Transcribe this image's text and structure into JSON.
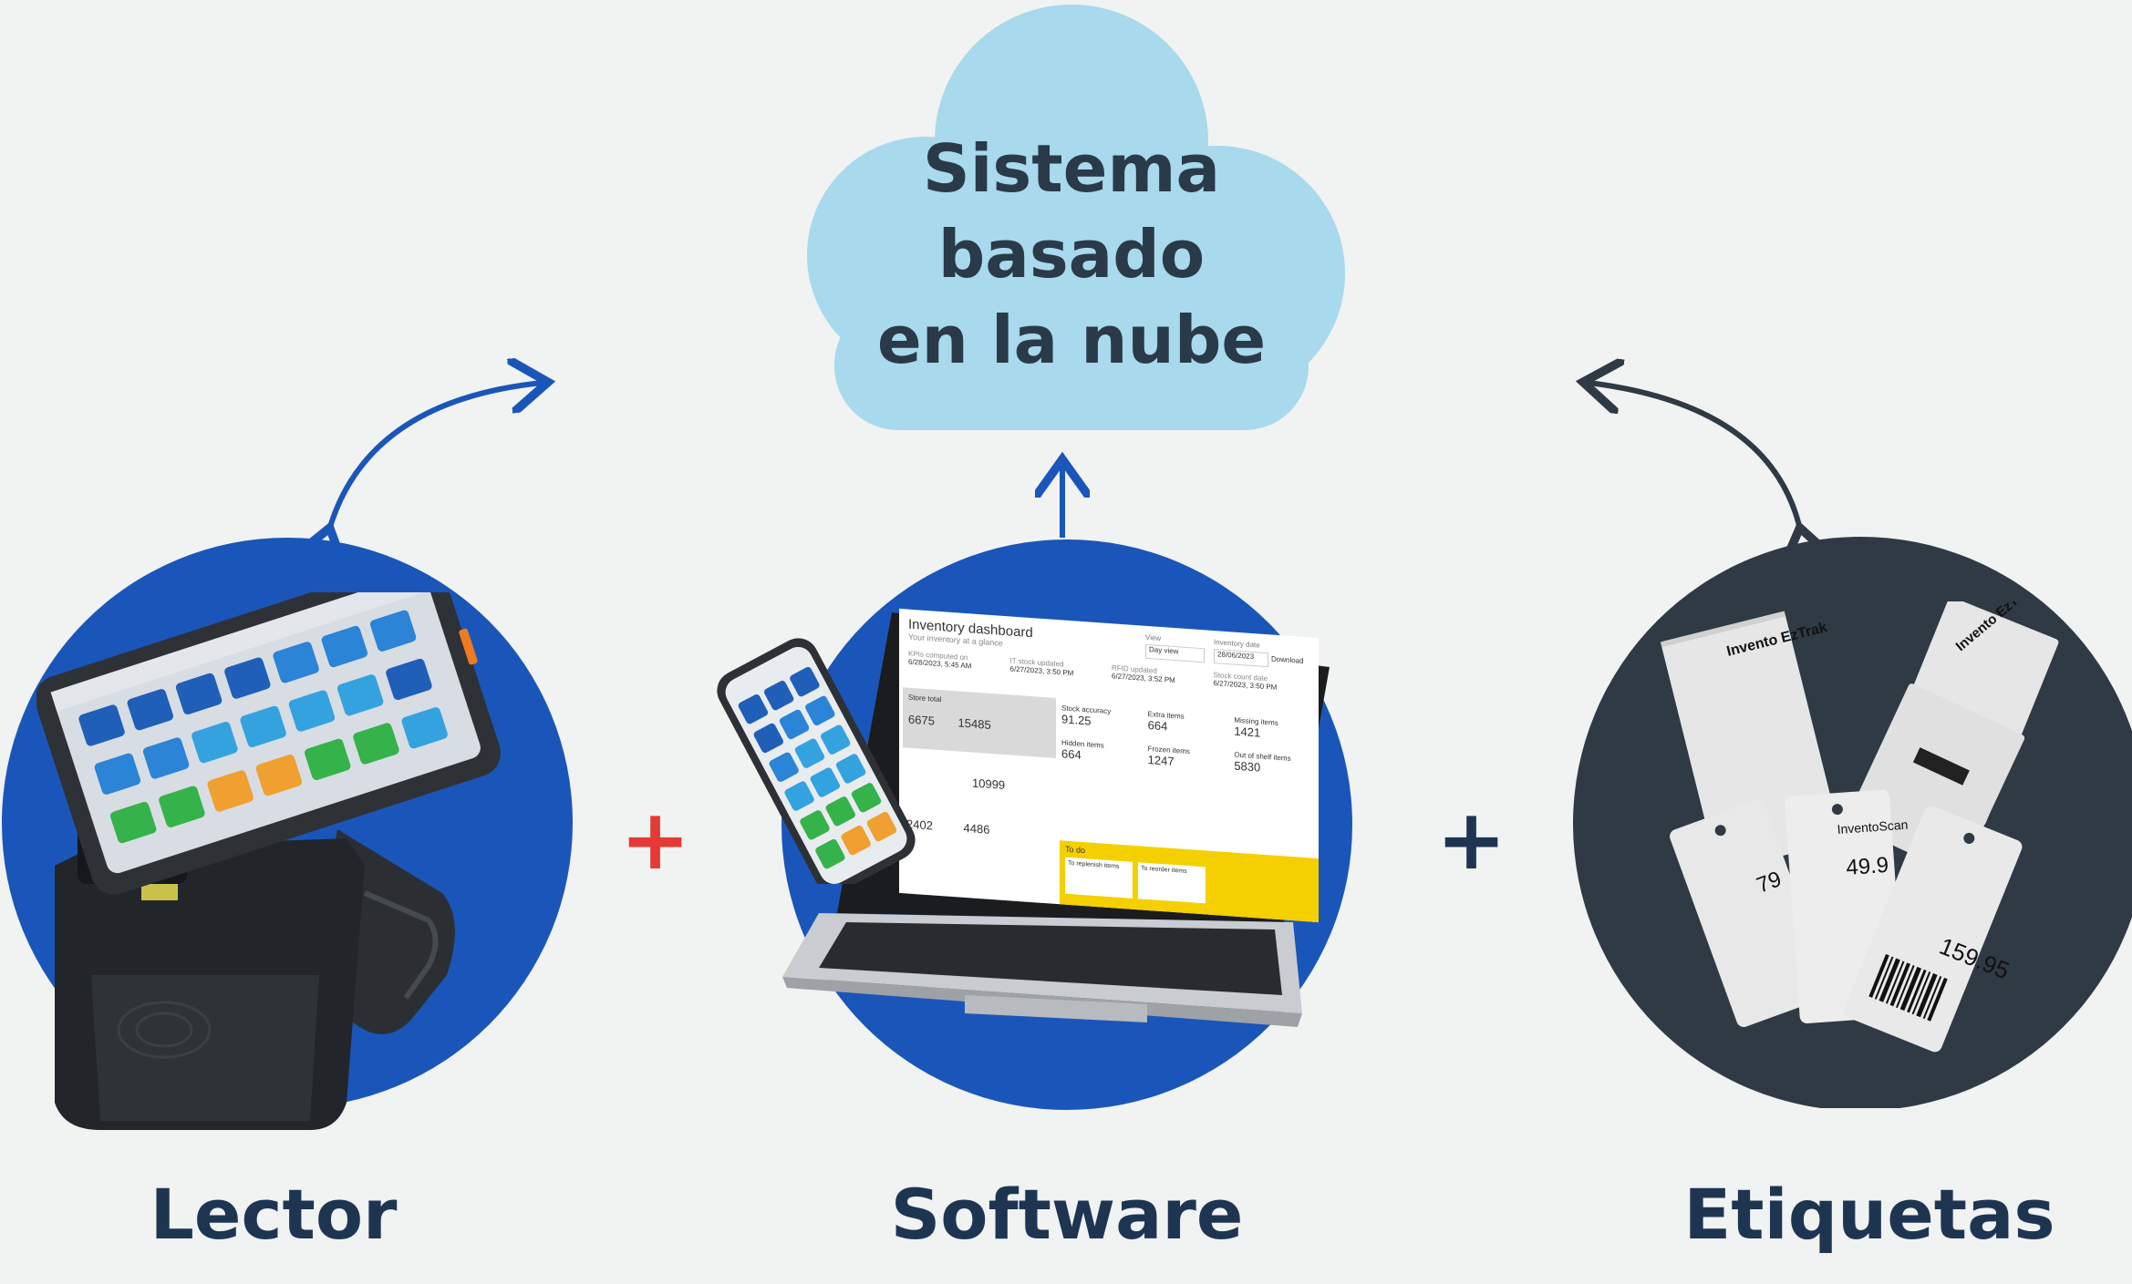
{
  "cloud": {
    "title": "Sistema\nbasado\nen la nube",
    "line1": "Sistema",
    "line2": "basado",
    "line3": "en la nube"
  },
  "components": {
    "reader": {
      "label": "Lector"
    },
    "software": {
      "label": "Software"
    },
    "tags": {
      "label": "Etiquetas"
    }
  },
  "operators": {
    "plus_left": "+",
    "plus_right": "+"
  },
  "colors": {
    "background": "#f1f2f2",
    "cloud": "#a8d9ec",
    "blue_circle": "#1a56b9",
    "dark_circle": "#2f3a44",
    "title_text": "#1e3552",
    "plus_red": "#e53935",
    "plus_dark": "#1e3552"
  },
  "laptop_screen": {
    "title": "Inventory dashboard",
    "subtitle": "Your inventory at a glance",
    "view_label": "View",
    "view_value": "Day view",
    "date_label": "Inventory date",
    "date_value": "28/06/2023",
    "download": "Download",
    "kpis": [
      {
        "label": "KPIs computed on",
        "value": "6/28/2023, 5:45 AM"
      },
      {
        "label": "IT stock updated",
        "value": "6/27/2023, 3:50 PM"
      },
      {
        "label": "RFID updated",
        "value": "6/27/2023, 3:52 PM"
      },
      {
        "label": "Stock count date",
        "value": "6/27/2023, 3:50 PM"
      }
    ],
    "store_total": {
      "label": "Store total",
      "skus": "6675",
      "items": "15485"
    },
    "back_of_house": {
      "skus": "2402",
      "items": "4486"
    },
    "mid_items": "10999",
    "metrics": [
      {
        "label": "Stock accuracy",
        "value": "91.25"
      },
      {
        "label": "Extra items",
        "value": "664"
      },
      {
        "label": "Missing items",
        "value": "1421"
      },
      {
        "label": "Hidden items",
        "value": "664"
      },
      {
        "label": "Frozen items",
        "value": "1247"
      },
      {
        "label": "Out of shelf items",
        "value": "5830"
      }
    ],
    "todo": {
      "label": "To do",
      "replenish": "To replenish items",
      "reorder": "To reorder items"
    }
  },
  "tag_texts": {
    "brand": "Invento EzTrak",
    "scan_brand": "InventoScan",
    "price1": "159.95",
    "price2": "49.9",
    "price3": "79"
  }
}
